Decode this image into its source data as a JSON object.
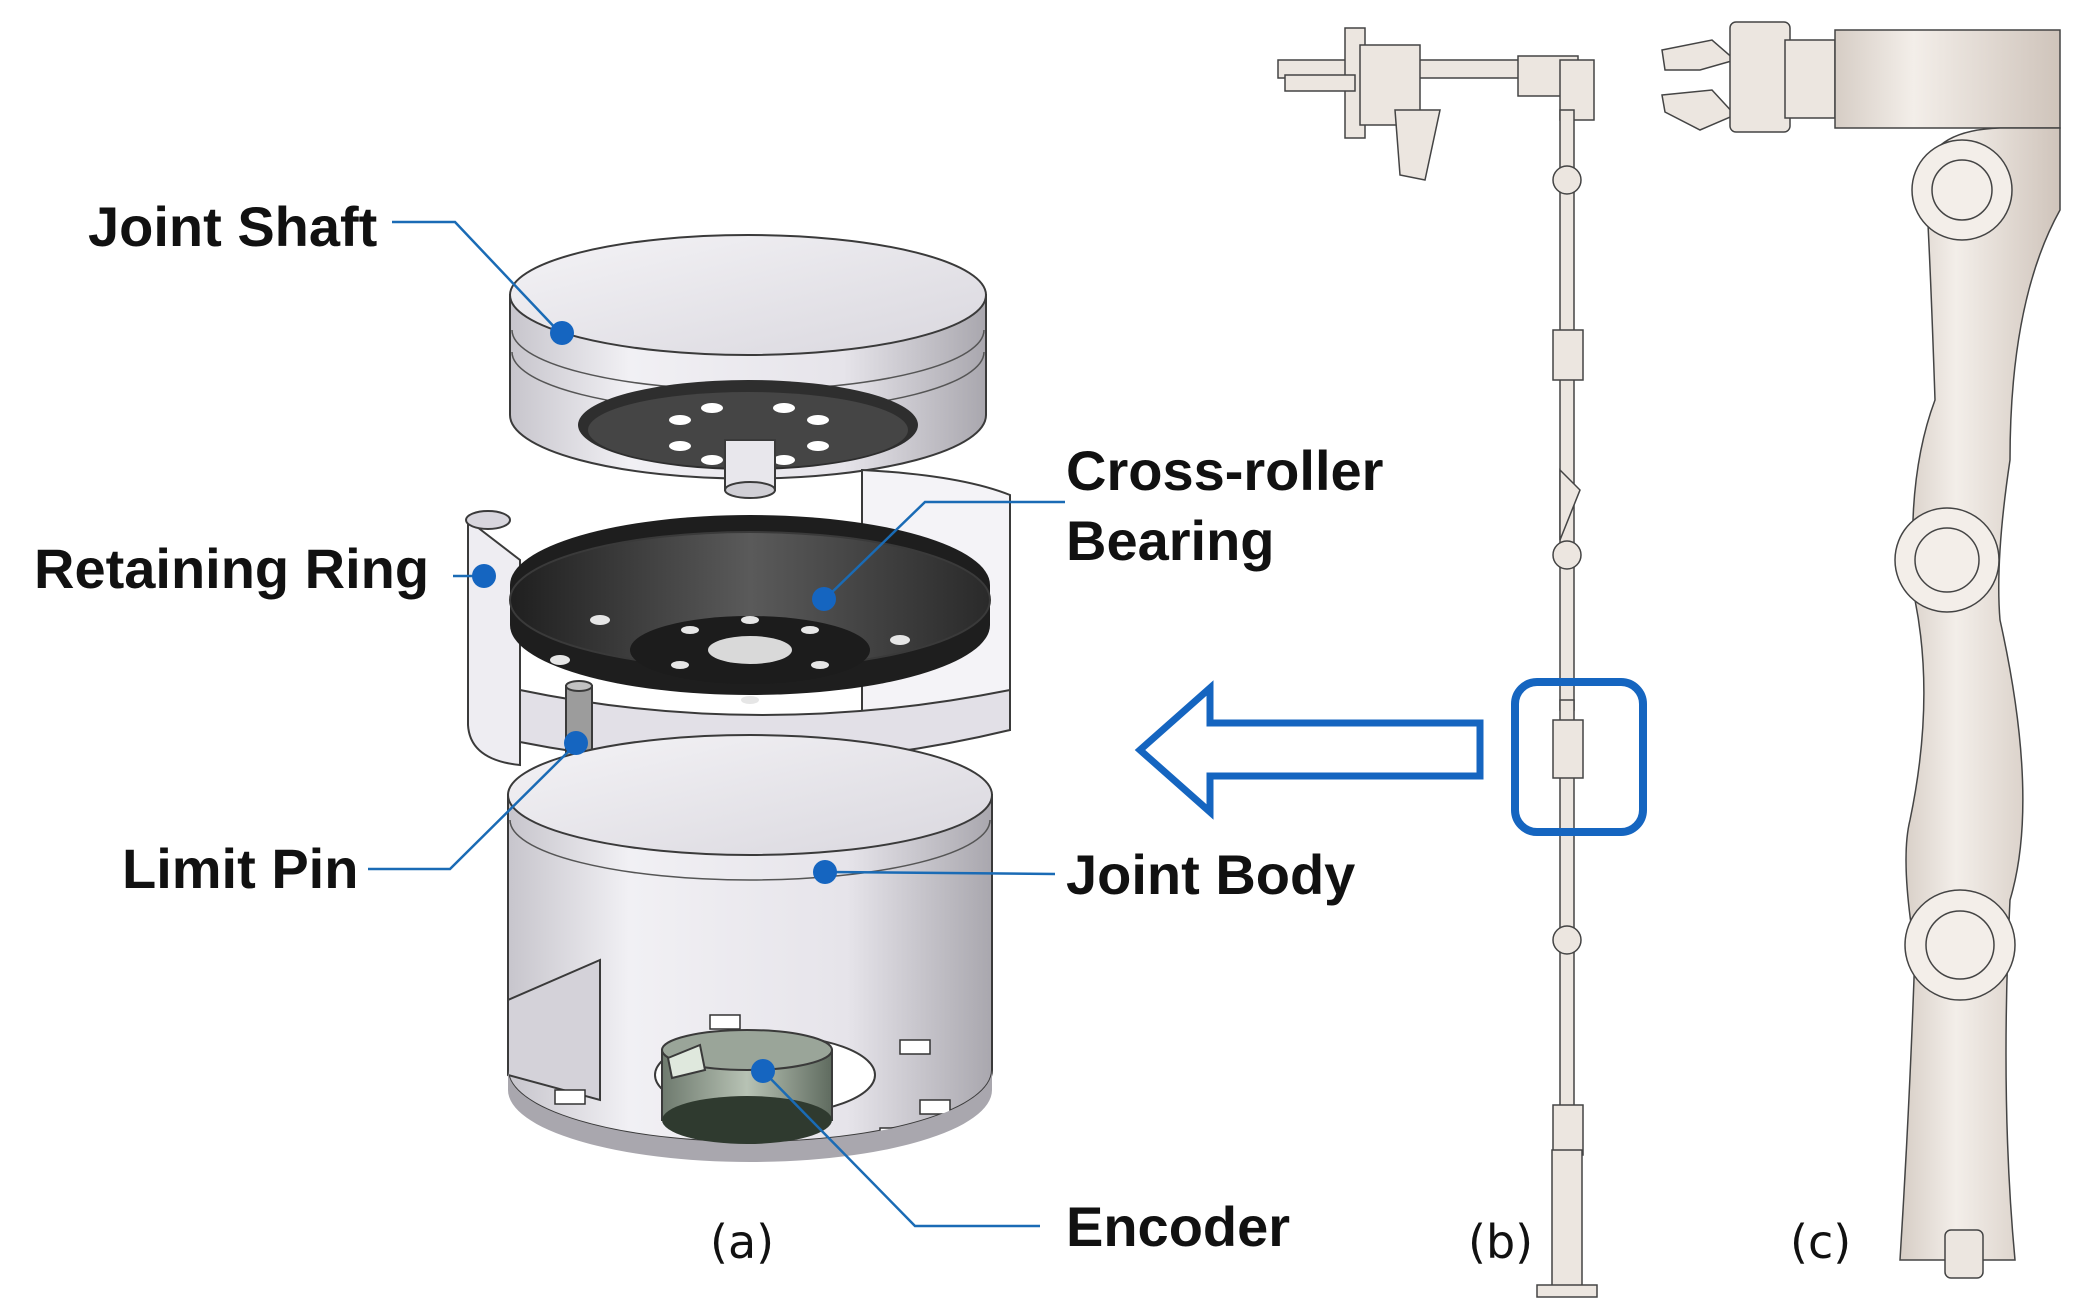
{
  "colors": {
    "accent": "#1565c0",
    "leader": "#1a6bb5",
    "part_light": "#ecebf0",
    "part_shade": "#c9c7cf",
    "bearing_dark": "#2b2b2b",
    "robot_body": "#ebe4de"
  },
  "panel_a": {
    "caption": "(a)",
    "labels": {
      "joint_shaft": "Joint Shaft",
      "retaining_ring": "Retaining Ring",
      "limit_pin": "Limit Pin",
      "cross_roller_line1": "Cross-roller",
      "cross_roller_line2": "Bearing",
      "joint_body": "Joint Body",
      "encoder": "Encoder"
    }
  },
  "panel_b": {
    "caption": "(b)"
  },
  "panel_c": {
    "caption": "(c)"
  },
  "icons": [
    "arrow-left-icon",
    "highlight-box-icon"
  ]
}
